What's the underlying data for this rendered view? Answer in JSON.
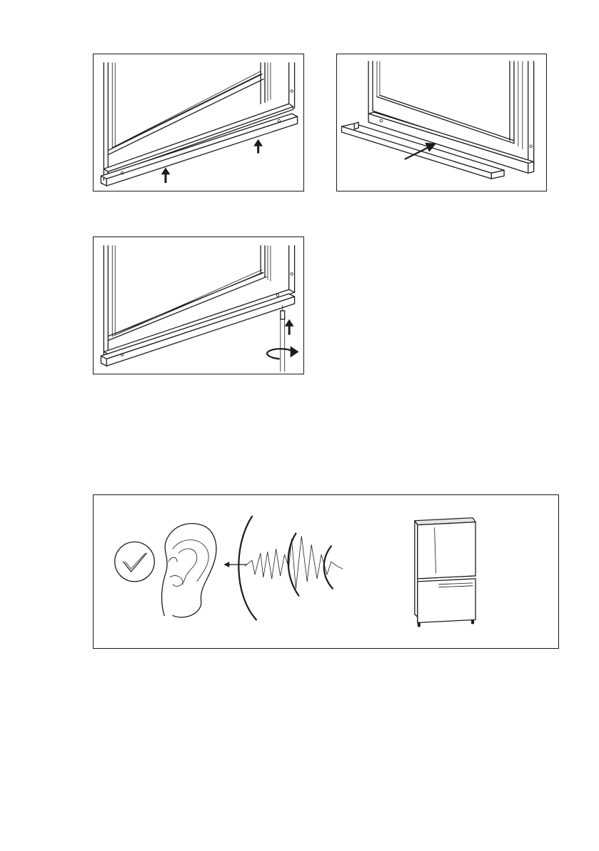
{
  "figures": [
    {
      "id": "fig1",
      "description_icons": [
        "door-frame",
        "plinth-strip",
        "up-arrow",
        "up-arrow"
      ]
    },
    {
      "id": "fig2",
      "description_icons": [
        "door-frame",
        "plinth-strip",
        "push-arrow"
      ]
    },
    {
      "id": "fig3",
      "description_icons": [
        "door-frame",
        "plinth-strip",
        "screwdriver",
        "up-arrow",
        "rotate-arrow"
      ]
    },
    {
      "id": "fig4",
      "description_icons": [
        "check-icon",
        "ear-icon",
        "sound-wave",
        "fridge-freezer"
      ]
    }
  ],
  "colors": {
    "line": "#1a1a1a",
    "background": "#ffffff",
    "fill_light": "#e6e6e6"
  }
}
